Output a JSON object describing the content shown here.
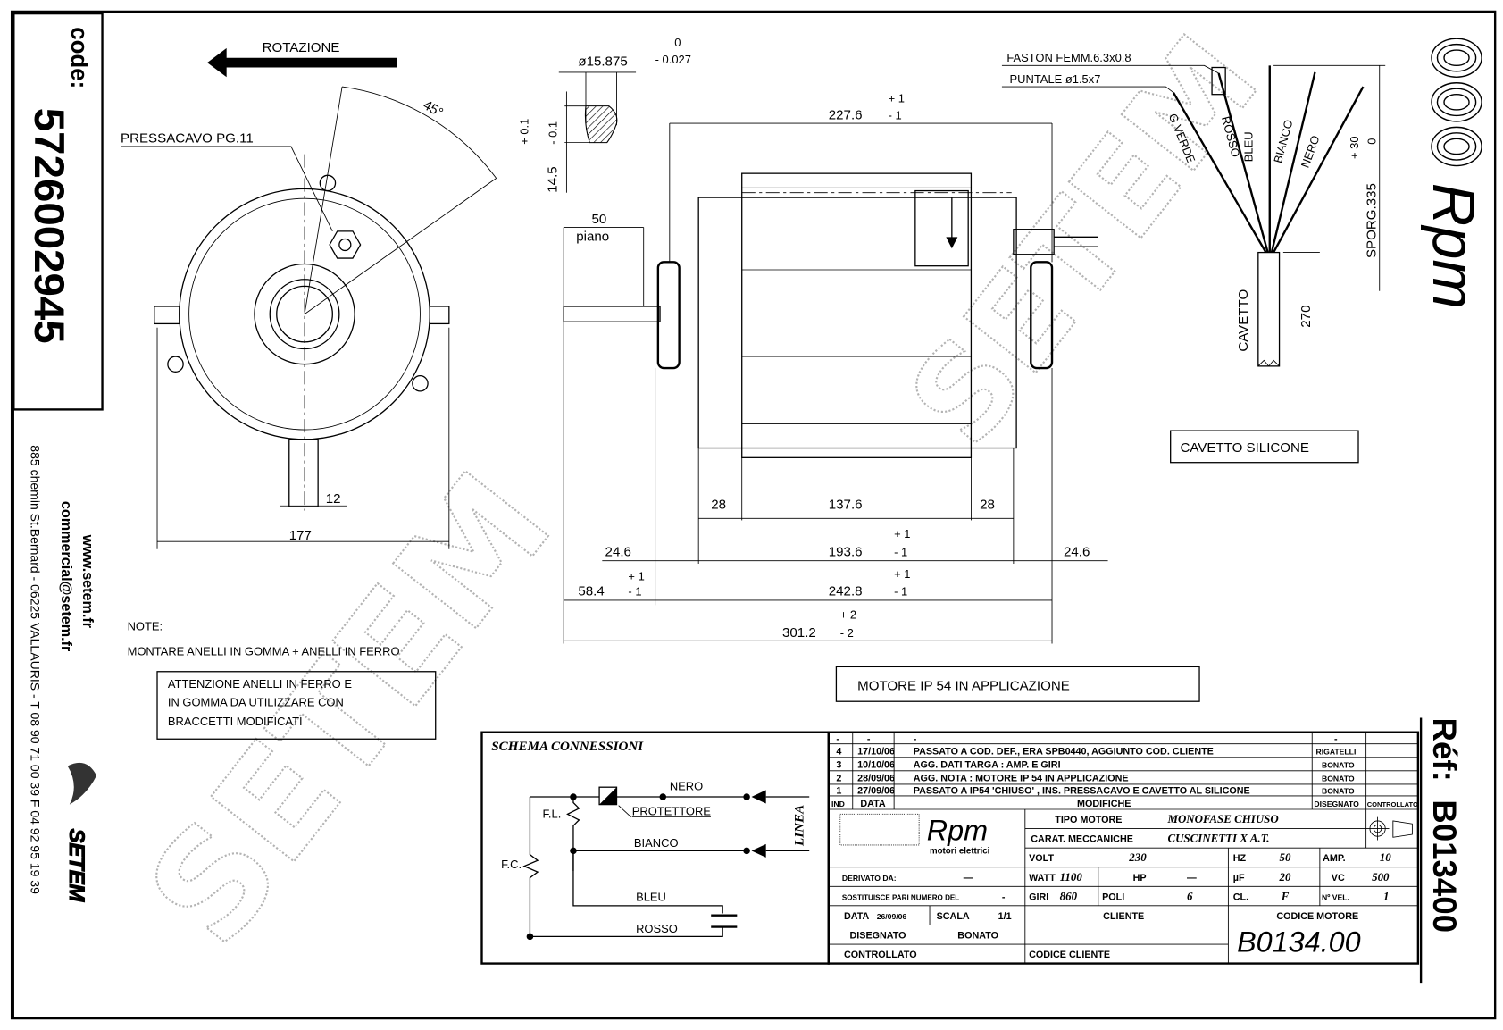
{
  "code": {
    "label": "code:",
    "value": "5726002945"
  },
  "contact": {
    "web": "www.setem.fr",
    "email": "commercial@setem.fr",
    "address": "885 chemin St.Bernard - 06225 VALLAURIS - T 08 90 71 00 39  F 04 92 95 19 39",
    "brand": "SETEM"
  },
  "reference": {
    "label": "Réf:",
    "value": "B013400"
  },
  "rpm_logo": {
    "text": "Rpm",
    "subtitle": "motori elettrici"
  },
  "watermark": "SETEM",
  "front_view": {
    "rotation": "ROTAZIONE",
    "cable_gland": "PRESSACAVO PG.11",
    "angle": "45°",
    "dim_width": "177",
    "dim_foot": "12"
  },
  "shaft": {
    "diameter": "ø15.875",
    "dia_tol_upper": "0",
    "dia_tol_lower": "- 0.027",
    "flat": "14.5",
    "flat_tol_upper": "+ 0.1",
    "flat_tol_lower": "- 0.1",
    "flat_length": "50",
    "flat_label": "piano"
  },
  "side_view": {
    "overall_body": {
      "value": "227.6",
      "tol_upper": "+ 1",
      "tol_lower": "- 1"
    },
    "end_left": "28",
    "core": "137.6",
    "end_right": "28",
    "frame": {
      "value": "193.6",
      "tol_upper": "+ 1",
      "tol_lower": "- 1"
    },
    "ring_left": "24.6",
    "ring_right": "24.6",
    "between_rings": {
      "value": "242.8",
      "tol_upper": "+ 1",
      "tol_lower": "- 1"
    },
    "shaft_ext": {
      "value": "58.4",
      "tol_upper": "+ 1",
      "tol_lower": "- 1"
    },
    "total": {
      "value": "301.2",
      "tol_upper": "+ 2",
      "tol_lower": "- 2"
    }
  },
  "wiring": {
    "faston": "FASTON FEMM.6.3x0.8",
    "puntale": "PUNTALE ø1.5x7",
    "wires": [
      "G.VERDE",
      "ROSSO",
      "BLEU",
      "BIANCO",
      "NERO"
    ],
    "cable": "CAVETTO",
    "dim_cable": "270",
    "dim_sporg": "SPORG.335",
    "sporg_tol_upper": "+ 30",
    "sporg_tol_lower": "0",
    "cable_note": "CAVETTO SILICONE"
  },
  "notes": {
    "title": "NOTE:",
    "line1": "MONTARE ANELLI IN GOMMA + ANELLI IN FERRO",
    "warning": [
      "ATTENZIONE ANELLI IN FERRO E",
      "IN GOMMA DA UTILIZZARE CON",
      "BRACCETTI MODIFICATI"
    ],
    "ip_note": "MOTORE IP 54 IN APPLICAZIONE"
  },
  "schema": {
    "title": "SCHEMA CONNESSIONI",
    "nero": "NERO",
    "protettore": "PROTETTORE",
    "bianco": "BIANCO",
    "bleu": "BLEU",
    "rosso": "ROSSO",
    "fl": "F.L.",
    "fc": "F.C.",
    "linea": "LINEA"
  },
  "revisions": {
    "headers": {
      "ind": "IND",
      "date": "DATA",
      "changes": "MODIFICHE",
      "drawn": "DISEGNATO",
      "checked": "CONTROLLATO"
    },
    "rows": [
      {
        "ind": "-",
        "date": "-",
        "text": "-",
        "drawn": "-"
      },
      {
        "ind": "4",
        "date": "17/10/06",
        "text": "PASSATO A COD. DEF., ERA SPB0440, AGGIUNTO COD. CLIENTE",
        "drawn": "RIGATELLI"
      },
      {
        "ind": "3",
        "date": "10/10/06",
        "text": "AGG. DATI TARGA : AMP. E GIRI",
        "drawn": "BONATO"
      },
      {
        "ind": "2",
        "date": "28/09/06",
        "text": "AGG. NOTA : MOTORE IP 54 IN APPLICAZIONE",
        "drawn": "BONATO"
      },
      {
        "ind": "1",
        "date": "27/09/06",
        "text": "PASSATO A IP54 'CHIUSO' , INS. PRESSACAVO E CAVETTO AL SILICONE",
        "drawn": "BONATO"
      }
    ]
  },
  "title_block": {
    "tipo_label": "TIPO MOTORE",
    "tipo_value": "MONOFASE  CHIUSO",
    "carat_label": "CARAT. MECCANICHE",
    "carat_value": "CUSCINETTI X A.T.",
    "volt_label": "VOLT",
    "volt": "230",
    "hz_label": "HZ",
    "hz": "50",
    "amp_label": "AMP.",
    "amp": "10",
    "watt_label": "WATT",
    "watt": "1100",
    "hp_label": "HP",
    "hp": "—",
    "uf_label": "µF",
    "uf": "20",
    "vc_label": "VC",
    "vc": "500",
    "giri_label": "GIRI",
    "giri": "860",
    "poli_label": "POLI",
    "poli": "6",
    "cl_label": "CL.",
    "cl": "F",
    "nvel_label": "Nº VEL.",
    "nvel": "1",
    "derivato_label": "DERIVATO DA:",
    "derivato": "—",
    "sostituisce_label": "SOSTITUISCE PARI NUMERO DEL",
    "sostituisce": "-",
    "data_label": "DATA",
    "data": "26/09/06",
    "scala_label": "SCALA",
    "scala": "1/1",
    "disegnato_label": "DISEGNATO",
    "disegnato": "BONATO",
    "controllato_label": "CONTROLLATO",
    "cliente_label": "CLIENTE",
    "codice_cliente_label": "CODICE CLIENTE",
    "codice_motore_label": "CODICE MOTORE",
    "codice_motore": "B0134.00"
  }
}
